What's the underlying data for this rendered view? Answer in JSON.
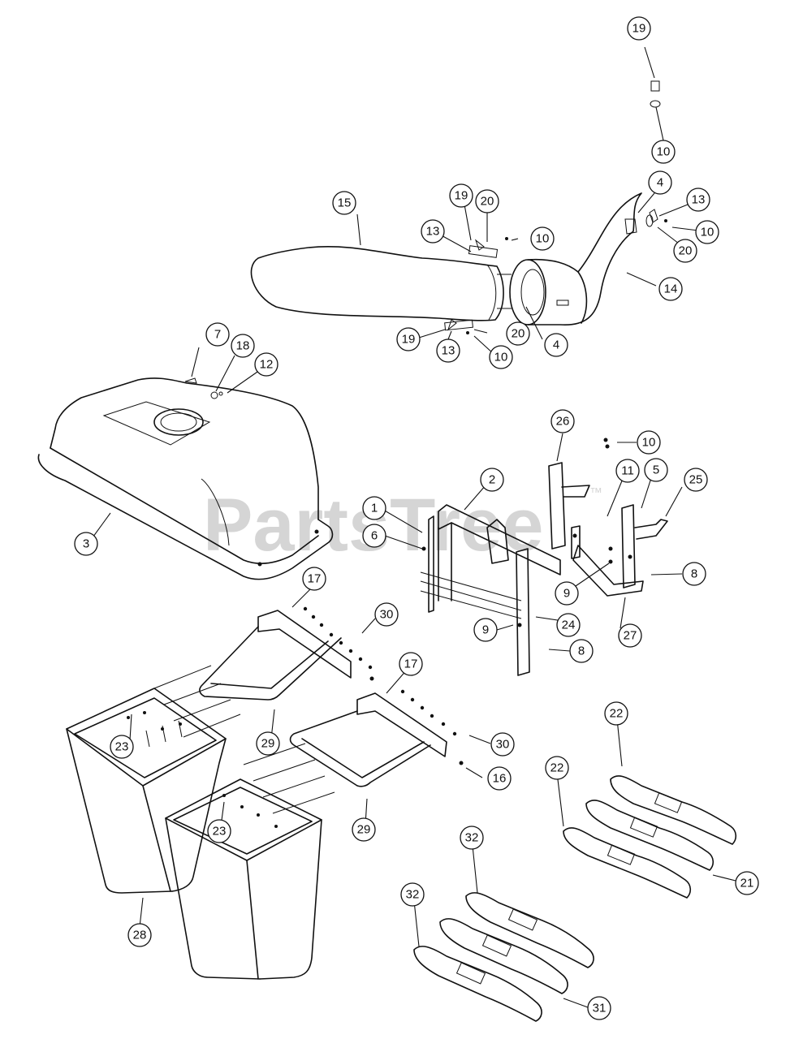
{
  "watermark": {
    "text": "PartsTree",
    "mark": "™"
  },
  "callouts": [
    {
      "n": "19"
    },
    {
      "n": "10"
    },
    {
      "n": "15"
    },
    {
      "n": "19"
    },
    {
      "n": "20"
    },
    {
      "n": "13"
    },
    {
      "n": "10"
    },
    {
      "n": "4"
    },
    {
      "n": "13"
    },
    {
      "n": "10"
    },
    {
      "n": "20"
    },
    {
      "n": "14"
    },
    {
      "n": "19"
    },
    {
      "n": "13"
    },
    {
      "n": "10"
    },
    {
      "n": "20"
    },
    {
      "n": "4"
    },
    {
      "n": "7"
    },
    {
      "n": "18"
    },
    {
      "n": "12"
    },
    {
      "n": "3"
    },
    {
      "n": "26"
    },
    {
      "n": "10"
    },
    {
      "n": "2"
    },
    {
      "n": "11"
    },
    {
      "n": "5"
    },
    {
      "n": "25"
    },
    {
      "n": "1"
    },
    {
      "n": "6"
    },
    {
      "n": "9"
    },
    {
      "n": "8"
    },
    {
      "n": "24"
    },
    {
      "n": "9"
    },
    {
      "n": "8"
    },
    {
      "n": "27"
    },
    {
      "n": "17"
    },
    {
      "n": "30"
    },
    {
      "n": "17"
    },
    {
      "n": "23"
    },
    {
      "n": "29"
    },
    {
      "n": "30"
    },
    {
      "n": "16"
    },
    {
      "n": "23"
    },
    {
      "n": "29"
    },
    {
      "n": "28"
    },
    {
      "n": "22"
    },
    {
      "n": "22"
    },
    {
      "n": "21"
    },
    {
      "n": "32"
    },
    {
      "n": "32"
    },
    {
      "n": "31"
    }
  ]
}
